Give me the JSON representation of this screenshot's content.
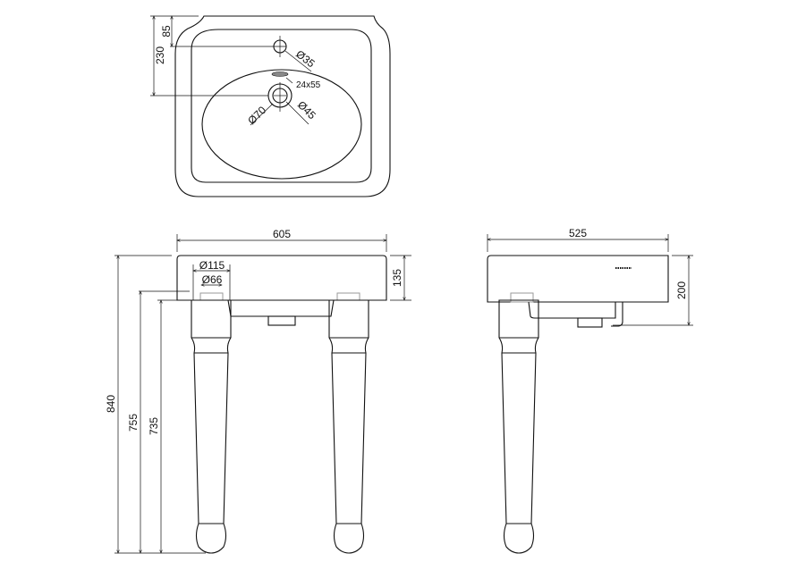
{
  "title": "Basin on legs - dimension drawing",
  "top_view": {
    "dim_230": "230",
    "dim_85": "85",
    "tap_hole": "Ø35",
    "overflow": "24x55",
    "waste_outer": "Ø70",
    "waste_inner": "Ø45"
  },
  "front_view": {
    "width": "605",
    "basin_height": "135",
    "total_height": "840",
    "height_755": "755",
    "height_735": "735",
    "leg_top": "Ø115",
    "leg_pin": "Ø66"
  },
  "side_view": {
    "depth": "525",
    "height": "200"
  }
}
